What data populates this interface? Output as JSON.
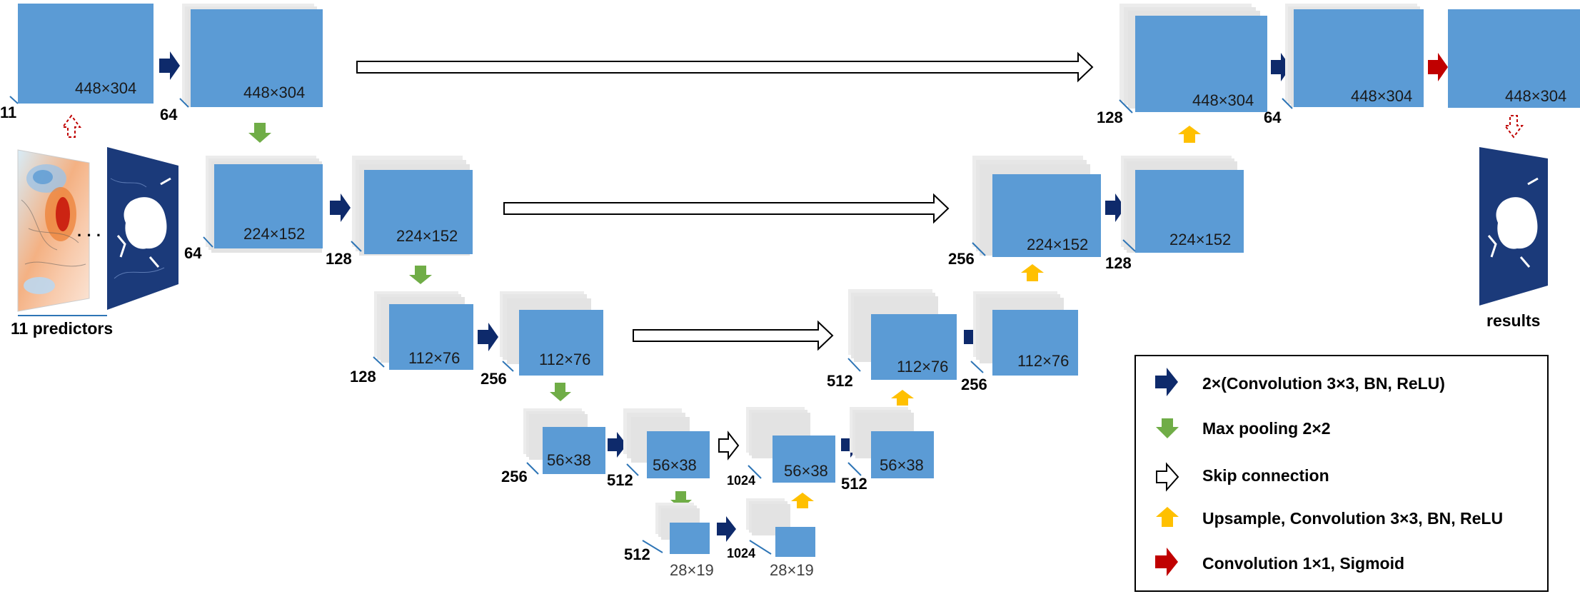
{
  "colors": {
    "block": "#5b9bd5",
    "stack_back": "#ececec",
    "conv_arrow": "#0e2a6b",
    "pool_arrow": "#70ad47",
    "upsample_arrow": "#ffc000",
    "sigmoid_arrow": "#c00000",
    "skip_arrow_stroke": "#000000",
    "skip_arrow_fill": "#ffffff",
    "ocean": "#1b3a7a"
  },
  "input": {
    "channels": "11",
    "size": "448×304",
    "caption": "11 predictors",
    "ellipsis": "· · ·"
  },
  "encoder": {
    "level1": {
      "channels": "64",
      "size": "448×304"
    },
    "level2": {
      "in_channels": "64",
      "in_size": "224×152",
      "channels": "128",
      "size": "224×152"
    },
    "level3": {
      "in_channels": "128",
      "in_size": "112×76",
      "channels": "256",
      "size": "112×76"
    },
    "level4": {
      "in_channels": "256",
      "in_size": "56×38",
      "channels": "512",
      "size": "56×38"
    }
  },
  "bottleneck": {
    "in_channels": "512",
    "in_size": "28×19",
    "channels": "1024",
    "size": "28×19"
  },
  "decoder": {
    "level4": {
      "in_channels": "1024",
      "in_size": "56×38",
      "channels": "512",
      "size": "56×38"
    },
    "level3": {
      "in_channels": "512",
      "in_size": "112×76",
      "channels": "256",
      "size": "112×76"
    },
    "level2": {
      "in_channels": "256",
      "in_size": "224×152",
      "channels": "128",
      "size": "224×152"
    },
    "level1": {
      "in_channels": "128",
      "in_size": "448×304",
      "channels": "64",
      "size": "448×304"
    }
  },
  "output": {
    "size": "448×304",
    "caption": "results"
  },
  "legend": {
    "items": [
      {
        "icon": "conv-arrow-icon",
        "label": "2×(Convolution 3×3, BN, ReLU)"
      },
      {
        "icon": "max-pool-arrow-icon",
        "label": "Max pooling 2×2"
      },
      {
        "icon": "skip-arrow-icon",
        "label": "Skip connection"
      },
      {
        "icon": "upsample-arrow-icon",
        "label": "Upsample, Convolution 3×3, BN, ReLU"
      },
      {
        "icon": "sigmoid-arrow-icon",
        "label": "Convolution 1×1, Sigmoid"
      }
    ]
  }
}
